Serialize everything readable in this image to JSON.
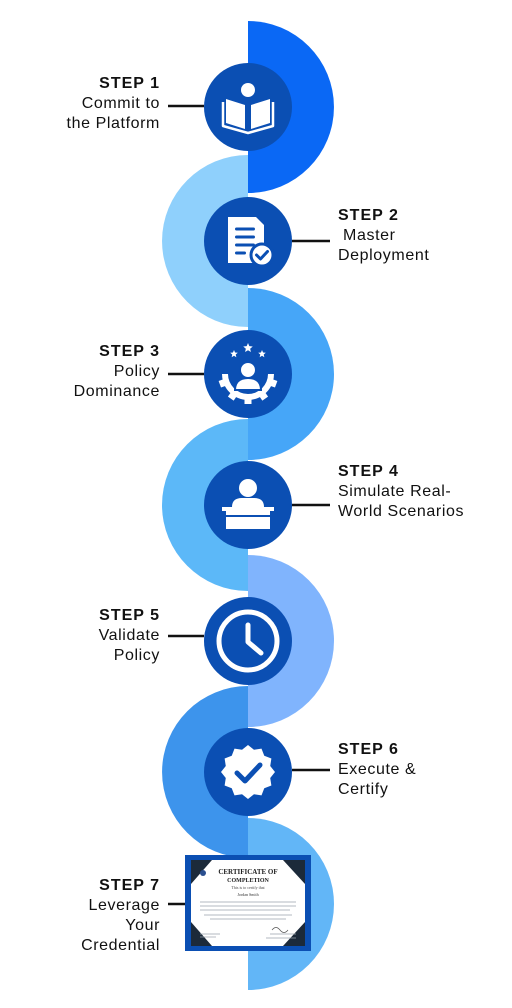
{
  "colors": {
    "dark_circle": "#0B4FB3",
    "icon": "#ffffff",
    "line": "#111111",
    "segments": [
      "#0A68F5",
      "#8FD0FC",
      "#46A6F8",
      "#5CB8F8",
      "#80B4FD",
      "#3D94EC",
      "#62B6F7"
    ]
  },
  "steps": [
    {
      "step": "STEP 1",
      "lines": [
        "Commit to",
        "the Platform"
      ],
      "icon": "open-book-reader-icon"
    },
    {
      "step": "STEP 2",
      "lines": [
        " Master",
        "Deployment"
      ],
      "icon": "checked-document-icon"
    },
    {
      "step": "STEP 3",
      "lines": [
        "Policy",
        "Dominance"
      ],
      "icon": "person-gear-stars-icon"
    },
    {
      "step": "STEP 4",
      "lines": [
        "Simulate Real-",
        "World Scenarios"
      ],
      "icon": "person-at-desk-icon"
    },
    {
      "step": "STEP 5",
      "lines": [
        "Validate",
        "Policy"
      ],
      "icon": "clock-icon"
    },
    {
      "step": "STEP 6",
      "lines": [
        "Execute &",
        "Certify"
      ],
      "icon": "verified-badge-icon"
    },
    {
      "step": "STEP 7",
      "lines": [
        "Leverage",
        "Your",
        "Credential"
      ],
      "icon": "certificate-image"
    }
  ],
  "certificate": {
    "title_line1": "CERTIFICATE OF",
    "title_line2": "COMPLETION",
    "subtitle": "This is to certify that",
    "name": "Jordan Smith"
  }
}
